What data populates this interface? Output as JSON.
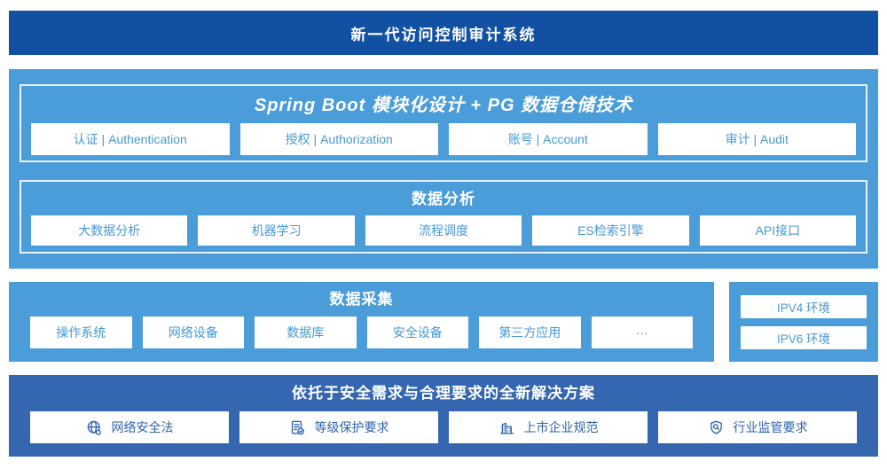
{
  "header": {
    "title": "新一代访问控制审计系统"
  },
  "colors": {
    "banner_blue": "#1150a2",
    "light_blue": "#4a9dd8",
    "solution_blue": "#3467b0",
    "light_box_text": "#4599d6",
    "solution_box_text": "#2e62ab",
    "inner_border": "#e8f2fa"
  },
  "platform": {
    "spring": {
      "title": "Spring Boot 模块化设计 + PG 数据仓储技术",
      "modules": [
        "认证 | Authentication",
        "授权 | Authorization",
        "账号 | Account",
        "审计 | Audit"
      ]
    },
    "analysis": {
      "title": "数据分析",
      "modules": [
        "大数据分析",
        "机器学习",
        "流程调度",
        "ES检索引擎",
        "API接口"
      ]
    }
  },
  "collection": {
    "title": "数据采集",
    "sources": [
      "操作系统",
      "网络设备",
      "数据库",
      "安全设备",
      "第三方应用",
      "···"
    ]
  },
  "environments": {
    "items": [
      "IPV4 环境",
      "IPV6 环境"
    ]
  },
  "solution": {
    "title": "依托于安全需求与合理要求的全新解决方案",
    "items": [
      {
        "icon": "globe-icon",
        "label": "网络安全法"
      },
      {
        "icon": "document-check-icon",
        "label": "等级保护要求"
      },
      {
        "icon": "building-icon",
        "label": "上市企业规范"
      },
      {
        "icon": "shield-search-icon",
        "label": "行业监管要求"
      }
    ]
  }
}
